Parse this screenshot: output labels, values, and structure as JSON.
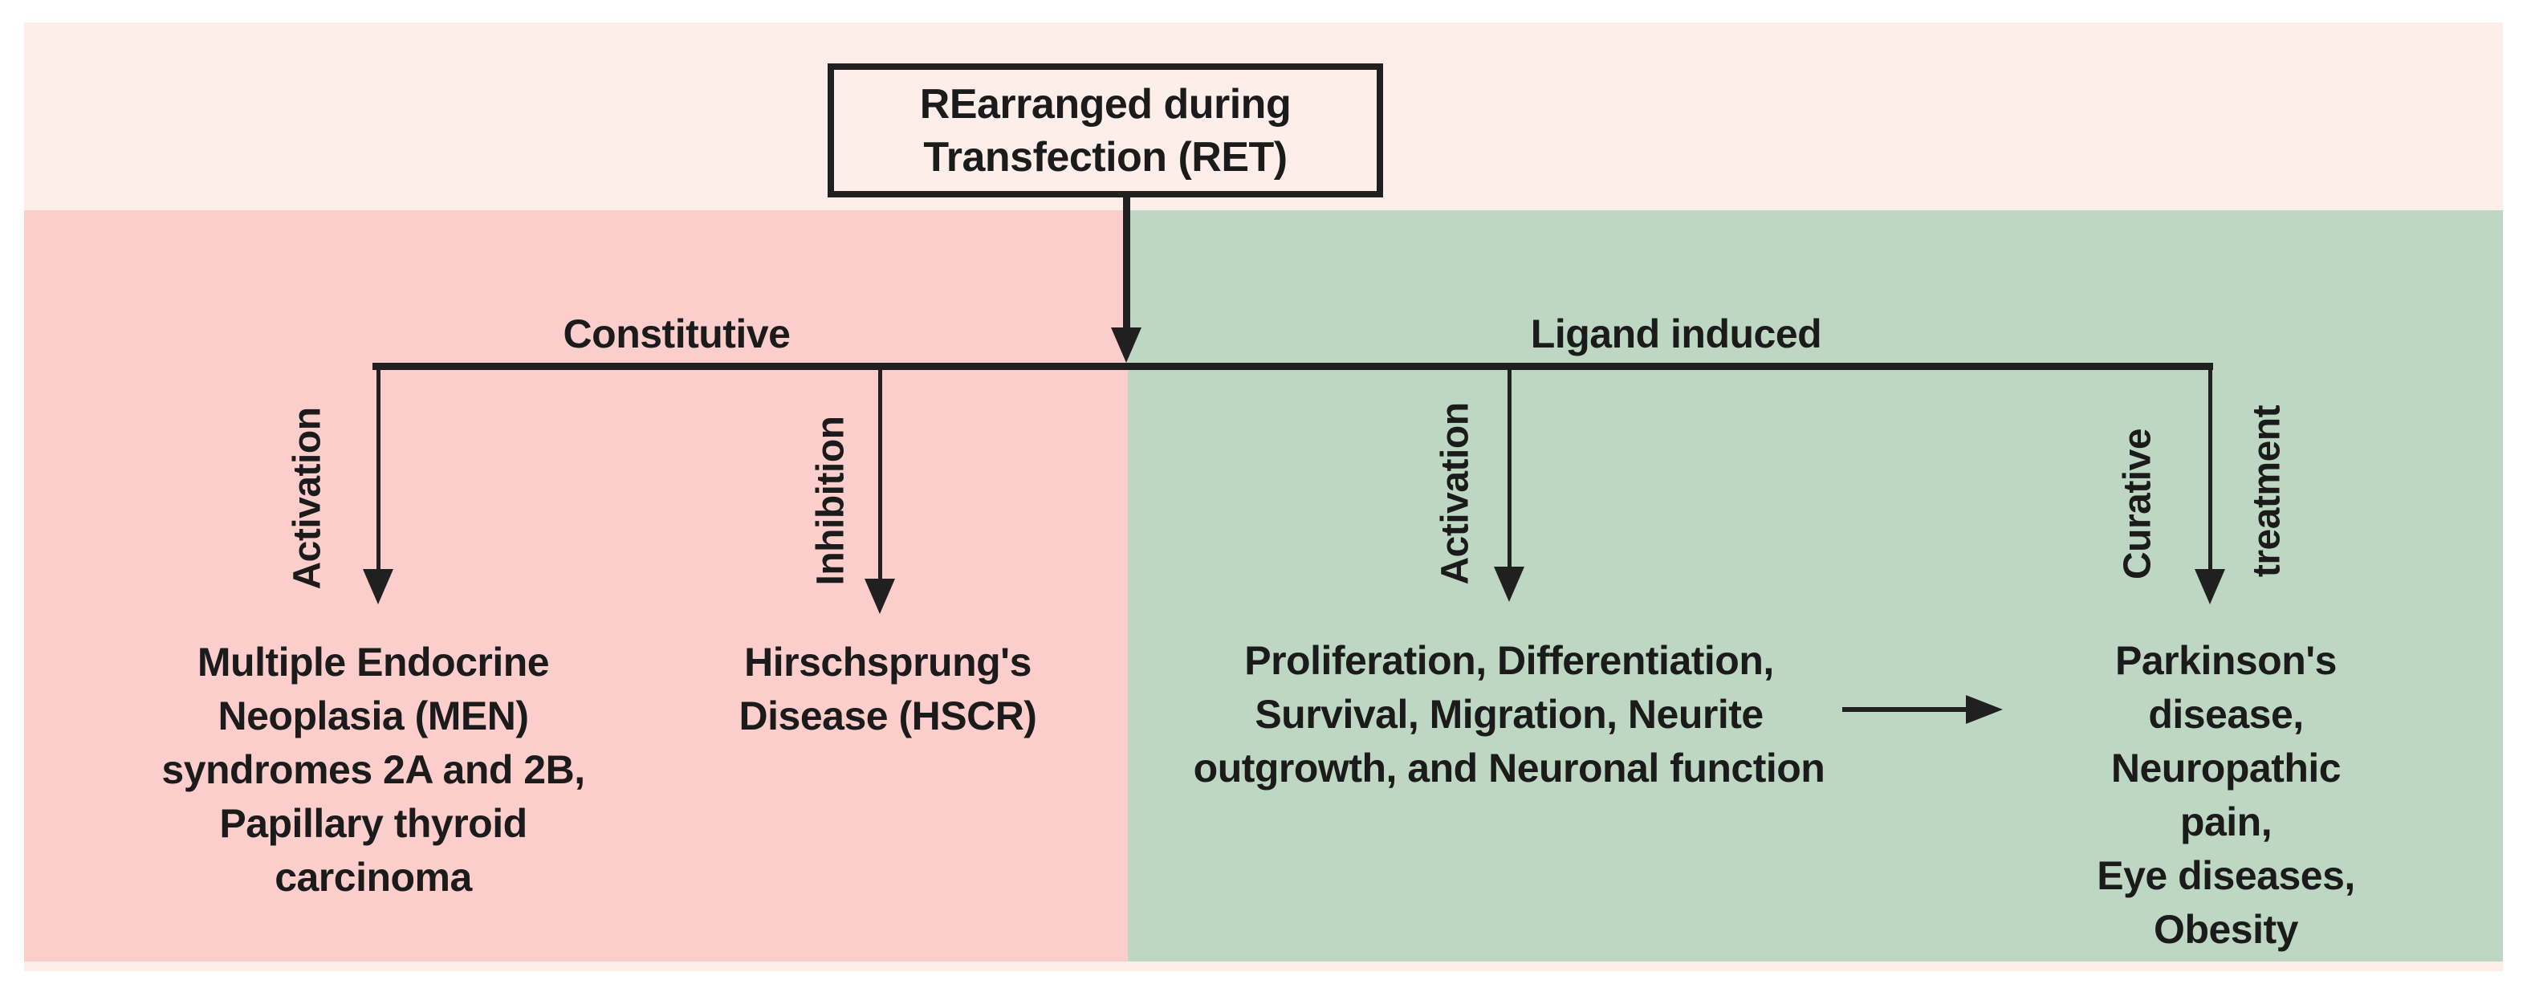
{
  "palette": {
    "page_bg": "#ffffff",
    "band_bg": "#fdeeea",
    "pink_bg": "#fbcecb",
    "green_bg": "#bdd7c2",
    "line_color": "#202020",
    "text_color": "#1b1b1b"
  },
  "ret": {
    "title": "REarranged during\nTransfection (RET)"
  },
  "branches": {
    "constitutive": {
      "label": "Constitutive",
      "activation": {
        "label": "Activation",
        "outcome": "Multiple Endocrine\nNeoplasia (MEN)\nsyndromes 2A and 2B,\nPapillary thyroid\ncarcinoma"
      },
      "inhibition": {
        "label": "Inhibition",
        "outcome": "Hirschsprung's\nDisease (HSCR)"
      }
    },
    "ligand_induced": {
      "label": "Ligand induced",
      "activation": {
        "label": "Activation",
        "outcome": "Proliferation, Differentiation,\nSurvival, Migration, Neurite\noutgrowth, and Neuronal function"
      },
      "curative_treatment": {
        "label_word1": "Curative",
        "label_word2": "treatment",
        "outcome": "Parkinson's disease,\nNeuropathic pain,\nEye diseases,\nObesity"
      }
    }
  }
}
